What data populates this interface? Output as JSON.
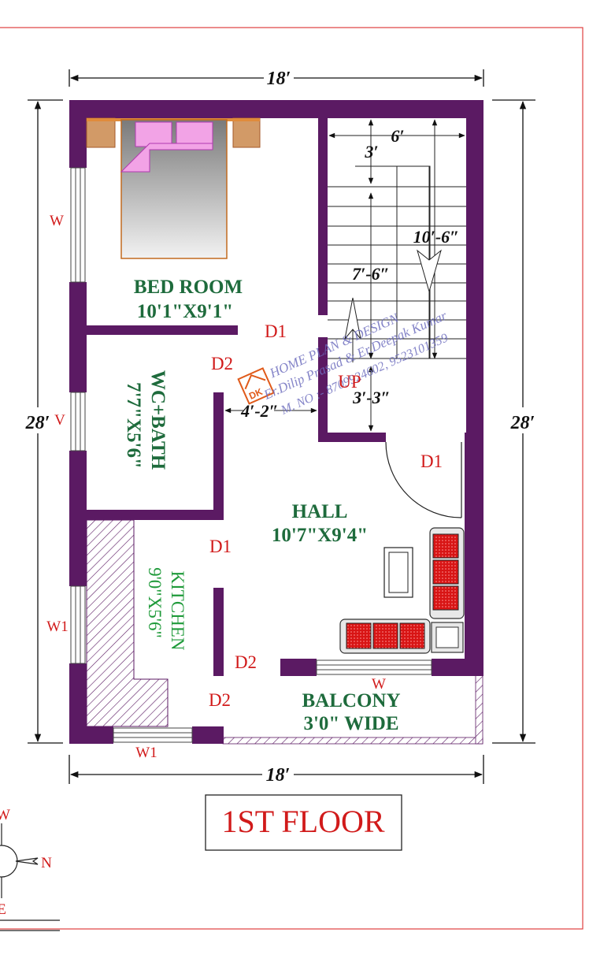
{
  "plan": {
    "floor_title": "1ST FLOOR",
    "dimensions": {
      "top_width": "18′",
      "bottom_width": "18′",
      "left_height": "28′",
      "right_height": "28′",
      "stair_width": "6′",
      "stair_landing": "3′",
      "stair_run": "10′-6″",
      "stair_run_inner": "7′-6″",
      "stair_bottom": "3′-3″",
      "passage": "4′-2″"
    },
    "rooms": {
      "bedroom_name": "BED ROOM",
      "bedroom_size": "10'1\"X9'1\"",
      "wc_name": "WC+BATH",
      "wc_size": "7'7\"X5'6\"",
      "hall_name": "HALL",
      "hall_size": "10'7\"X9'4\"",
      "kitchen_name": "KITCHEN",
      "kitchen_size": "9'0\"X5'6\"",
      "balcony_name": "BALCONY",
      "balcony_size": "3'0\" WIDE"
    },
    "labels": {
      "w_bed": "W",
      "v_wc": "V",
      "w1_kitchen": "W1",
      "w1_bottom": "W1",
      "w_balcony": "W",
      "d1_bed": "D1",
      "d2_wc": "D2",
      "d1_main": "D1",
      "d1_kitchen": "D1",
      "d2_a": "D2",
      "d2_b": "D2",
      "up": "UP"
    },
    "watermark": {
      "logo": "DK",
      "line1": "HOME PLAN & DESIGN",
      "line2": "Er.Dilip Prasad & Er.Deepak Kumar",
      "line3": "M. NO :- 8709924602, 9523101359"
    },
    "compass": {
      "w": "W",
      "n": "N",
      "e": "E"
    },
    "colors": {
      "wall": "#5b1a63",
      "border": "#e04040",
      "red_text": "#d11a1a",
      "green_text": "#1e6b3c",
      "sofa_red": "#d81515"
    }
  }
}
